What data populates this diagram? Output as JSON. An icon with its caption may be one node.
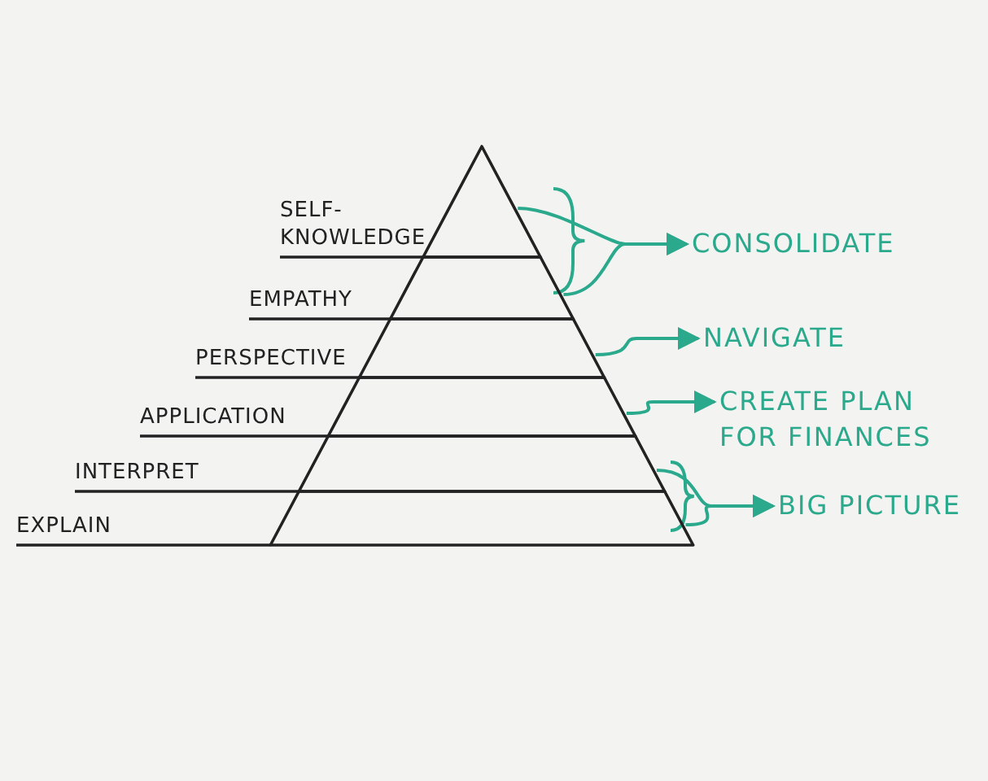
{
  "diagram": {
    "nodes": [
      {
        "text": [
          "SELF-KNOWLEDGE"
        ]
      },
      {
        "text": [
          "EMPATHY"
        ]
      },
      {
        "text": [
          "PERSPECTIVE"
        ]
      },
      {
        "text": [
          "APPLICATION"
        ]
      },
      {
        "text": [
          "INTERPRET"
        ]
      },
      {
        "text": [
          "EXPLAIN"
        ]
      },
      {
        "text": [
          "CONSOLIDATE"
        ]
      },
      {
        "text": [
          "NAVIGATE"
        ]
      },
      {
        "text": [
          "CREATE PLAN FOR FINANCES"
        ]
      },
      {
        "text": [
          "BIG PICTURE"
        ]
      }
    ],
    "edges": [
      {
        "from": 0,
        "to": 6,
        "arrow": "to"
      },
      {
        "from": 1,
        "to": 6,
        "arrow": "to"
      },
      {
        "from": 2,
        "to": 7,
        "arrow": "to"
      },
      {
        "from": 3,
        "to": 8,
        "arrow": "to"
      },
      {
        "from": 4,
        "to": 9,
        "arrow": "to"
      },
      {
        "from": 5,
        "to": 9,
        "arrow": "to"
      }
    ]
  }
}
